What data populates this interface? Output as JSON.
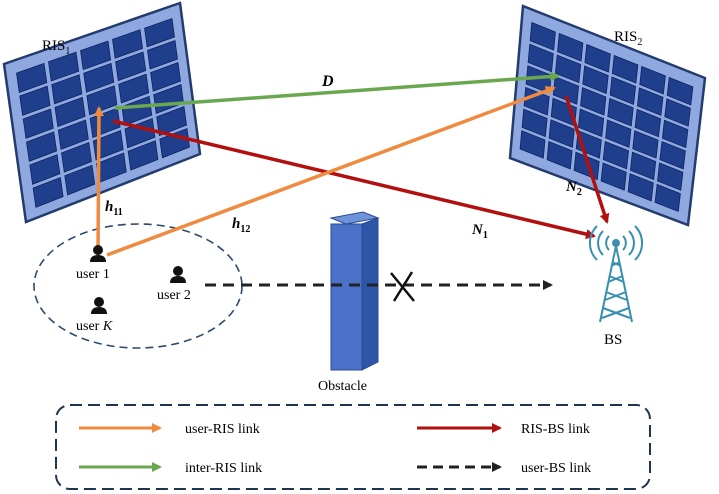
{
  "ris1": {
    "name": "RIS",
    "sub": "1"
  },
  "ris2": {
    "name": "RIS",
    "sub": "2"
  },
  "links": {
    "D": "D",
    "h11": {
      "base": "h",
      "sub": "11"
    },
    "h12": {
      "base": "h",
      "sub": "12"
    },
    "N1": {
      "base": "N",
      "sub": "1"
    },
    "N2": {
      "base": "N",
      "sub": "2"
    }
  },
  "users": {
    "user1": "user 1",
    "user2": "user 2",
    "userK_prefix": "user ",
    "userK_var": "K"
  },
  "bs_label": "BS",
  "obstacle_label": "Obstacle",
  "legend": {
    "user_ris": "user-RIS link",
    "inter_ris": "inter-RIS link",
    "ris_bs": "RIS-BS link",
    "user_bs": "user-BS link"
  },
  "colors": {
    "orange": "#ef8a3e",
    "green": "#6aa84f",
    "red": "#b20f0f",
    "black": "#222222",
    "panel": "#8fa8e0",
    "cell": "#1f3f8c",
    "obstacle": "#4a72c8",
    "bs": "#3a8fb0",
    "ellipse": "#2c4a6e"
  }
}
